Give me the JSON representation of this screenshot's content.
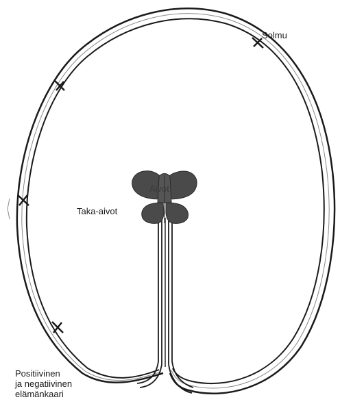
{
  "labels": {
    "node": "Solmu",
    "hindbrain": "Taka-aivot",
    "brain": "Aivot",
    "life_arc": [
      "Positiivinen",
      "ja negatiivinen",
      "elämänkaari"
    ]
  },
  "colors": {
    "line": "#1a1a1a",
    "brain_fill": "#4a4a4a",
    "brain_light": "#6a6a6a"
  }
}
